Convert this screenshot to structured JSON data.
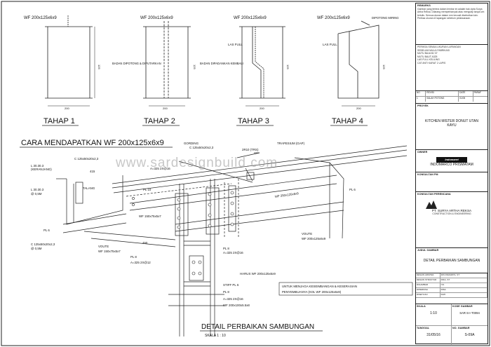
{
  "tahap": [
    {
      "profile": "WF 200x125x6x9",
      "label": "TAHAP 1",
      "note": "",
      "dim_bottom": "200",
      "dim_side": "125"
    },
    {
      "profile": "WF 200x125x6x9",
      "label": "TAHAP 2",
      "note": "BADAN DIPOTONG & DIPUTARKAN",
      "dim_bottom": "200",
      "dim_side": "125"
    },
    {
      "profile": "WF 200x125x6x9",
      "label": "TAHAP 3",
      "note": "BADAN DIPADANKAN KEMBALI",
      "las": "LAS FULL",
      "dim_bottom": "200",
      "dim_side": "125"
    },
    {
      "profile": "WF 200x125x6x9",
      "label": "TAHAP 4",
      "note": "DIPOTONG MIRING",
      "las": "LAS FULL",
      "dim_bottom": "200",
      "dim_side": "125"
    }
  ],
  "section_title": "CARA MENDAPATKAN WF 200x125x6x9",
  "watermark": "www.sardesignbuild.com",
  "callouts": {
    "c1": "L 30.30.3",
    "c1b": "(KERANJANG)",
    "c2": "C 125x50x20x2,3",
    "c3": "415",
    "c4": "L 30.30.3",
    "c4b": "@ 0,5M",
    "c5": "TALANG",
    "c6": "PL 6",
    "c7": "C 125x50x20x2,3",
    "c7b": "@ 0,5M",
    "c8": "GORDING",
    "c9": "C 125x50x20x2,3",
    "c10": "A=325  2X@16",
    "c11": "2R10 (TRS)",
    "c12": "TRAPESIUM (GAP)",
    "c13": "WF 250x125x6x9",
    "c14": "PL 10",
    "c15": "WF 150x75x5x7",
    "c16": "PL 6",
    "c17": "VOUTE",
    "c18": "WF 150x75x5x7",
    "c19": "450",
    "c20": "PL 8",
    "c21": "A=325  2X@12",
    "c22": "PL 8",
    "c23": "A=325 2X@16",
    "c24": "VOUTE",
    "c25": "WF 200x125x6x9",
    "c26": "HARUS WF 200x125x6x9",
    "c27": "STIFF PL 6",
    "c28": "PL 8",
    "c29": "A=325 2X@16",
    "c30": "WF 200x100x5.5x8",
    "c31": "UNTUK MENJAGA KESEIMBANGAN & KESERASIAN",
    "c32": "PENYEMBUANYA (KOL WF 200x125x6x9)"
  },
  "detail_title": "DETAIL PERBAIKAN SAMBUNGAN",
  "detail_scale": "SKALA   1 : 10",
  "titleblock": {
    "remarks_head": "REMARKS",
    "remarks_text": "Gambar yang tertera dalam lembar ini adalah hak cipta Surya Artha Reksa. Dilarang memperbanyak atau mengutip tanpa izin tertulis. Semua ukuran dalam mm kecuali disebutkan lain. Periksa ukuran di lapangan sebelum pelaksanaan.",
    "notes": [
      "PERIKSA SEMUA UKURAN LAPANGAN",
      "SEBELUM MULAI FABRIKASI",
      "MUTU BAJA BJ 37",
      "MUTU BAUT A325",
      "LAS FULL KELILING",
      "CAT ANTI KARAT 2 LAPIS"
    ],
    "rev_head": [
      "NO",
      "REVISI",
      "DATE",
      "PARAF"
    ],
    "rev_row": [
      "1",
      "SALAH POTONG",
      "01/05",
      ""
    ],
    "project_head": "PROYEK",
    "project": "KITCHEN MISTER DONUT UTAN KAYU",
    "owner_head": "OWNER",
    "owner_logo": "Indomaret",
    "owner": "INDOMARCO PRISMATAM",
    "consultant_head": "KONSULTAN PM",
    "planner_head": "KONSULTAN PERENCANA",
    "company": "PT. SURYA ARTHA REKSA",
    "company_sub": "CONSTRUCTION & ENGINEERING",
    "drawing_head": "JUDUL GAMBAR",
    "drawing": "DETAIL PERBAIKAN SAMBUNGAN",
    "sign_rows": [
      [
        "DESAIN ARSITEK",
        "IRN PARAMITA, ST"
      ],
      [
        "DESAIN STRUKTUR",
        "RIKA, ST"
      ],
      [
        "DIGAMBAR",
        "IYA"
      ],
      [
        "DIPERIKSA",
        "RISA"
      ],
      [
        "DISETUJUI",
        "DATI"
      ]
    ],
    "scale_head": "SKALA",
    "scale": "1:10",
    "code_head": "KODE GAMBAR",
    "code": "SAR-S-I-T0094",
    "date_head": "TANGGAL",
    "date": "31/05/16",
    "no_head": "NO. GAMBAR",
    "no": "S-09A"
  }
}
